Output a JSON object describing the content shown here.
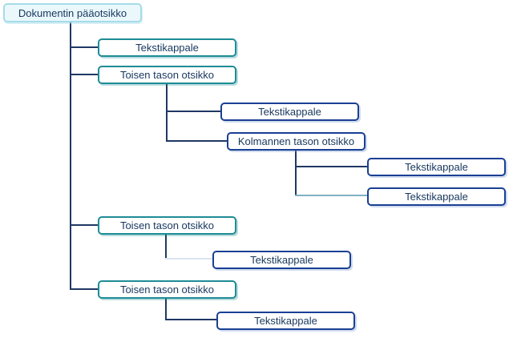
{
  "diagram": {
    "description": "Document structure tree diagram",
    "language": "fi",
    "colors": {
      "root_border": "#a5dbe8",
      "root_fill": "#eaf8fc",
      "heading2_border": "#1e8c96",
      "heading3_border": "#1a3f94",
      "line": "#1f3864",
      "line_light": "#d9e4f0",
      "line_teal": "#7fb2c4",
      "text": "#17375e",
      "box_fill": "#ffffff"
    },
    "hierarchy": {
      "label": "Dokumentin pääotsikko",
      "level": "document-title",
      "children": [
        {
          "label": "Tekstikappale",
          "level": "paragraph"
        },
        {
          "label": "Toisen tason otsikko",
          "level": "heading-2",
          "children": [
            {
              "label": "Tekstikappale",
              "level": "paragraph"
            },
            {
              "label": "Kolmannen tason otsikko",
              "level": "heading-3",
              "children": [
                {
                  "label": "Tekstikappale",
                  "level": "paragraph"
                },
                {
                  "label": "Tekstikappale",
                  "level": "paragraph"
                }
              ]
            }
          ]
        },
        {
          "label": "Toisen tason otsikko",
          "level": "heading-2",
          "children": [
            {
              "label": "Tekstikappale",
              "level": "paragraph"
            }
          ]
        },
        {
          "label": "Toisen tason otsikko",
          "level": "heading-2",
          "children": [
            {
              "label": "Tekstikappale",
              "level": "paragraph"
            }
          ]
        }
      ]
    }
  }
}
